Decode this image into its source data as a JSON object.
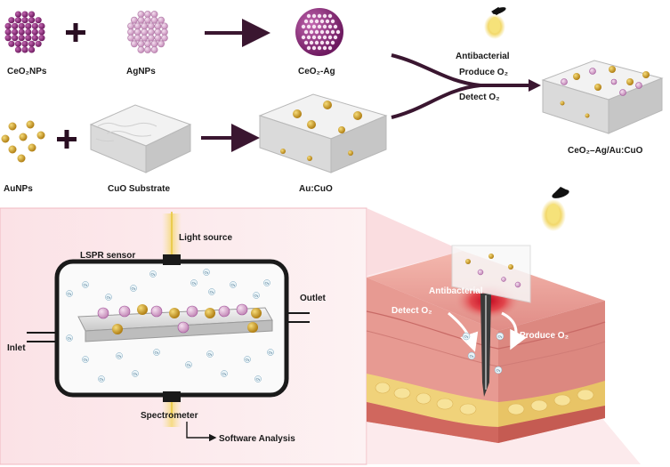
{
  "top": {
    "ceo2_nps": "CeO₂NPs",
    "ag_nps": "AgNPs",
    "ceo2_ag": "CeO₂-Ag",
    "au_nps": "AuNPs",
    "cuo_substrate": "CuO Substrate",
    "au_cuo": "Au:CuO",
    "functions": [
      "Antibacterial",
      "Produce O₂",
      "Detect O₂"
    ],
    "final_product": "CeO₂–Ag/Au:CuO"
  },
  "sensor": {
    "light_source": "Light source",
    "lspr_sensor": "LSPR sensor",
    "outlet": "Outlet",
    "inlet": "Inlet",
    "spectrometer": "Spectrometer",
    "software": "Software Analysis",
    "o2_marker": "O₂"
  },
  "wound": {
    "antibacterial": "Antibacterial",
    "detect_o2": "Detect O₂",
    "produce_o2": "Produce O₂"
  },
  "colors": {
    "ceo2": "#8e2a7e",
    "ag": "#d9a6cf",
    "au": "#d4a52a",
    "arrow": "#3a1630",
    "skin": "#e8a39a",
    "fat": "#f0d27a",
    "panel_bg": "#fbe8ea"
  }
}
